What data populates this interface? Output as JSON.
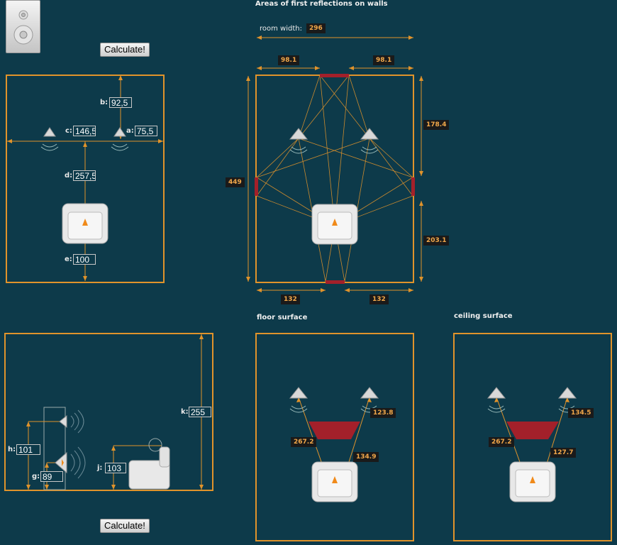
{
  "colors": {
    "background": "#0d3a4a",
    "line": "#e0932b",
    "reflection": "#a3202a"
  },
  "top_button": {
    "label": "Calculate!"
  },
  "bottom_button": {
    "label": "Calculate!"
  },
  "top_view": {
    "b": {
      "label": "b:",
      "value": "92,5"
    },
    "c": {
      "label": "c:",
      "value": "146,5"
    },
    "a": {
      "label": "a:",
      "value": "75,5"
    },
    "d": {
      "label": "d:",
      "value": "257,5"
    },
    "e": {
      "label": "e:",
      "value": "100"
    }
  },
  "side_view": {
    "h": {
      "label": "h:",
      "value": "101"
    },
    "g": {
      "label": "g:",
      "value": "89"
    },
    "j": {
      "label": "j:",
      "value": "103"
    },
    "k": {
      "label": "k:",
      "value": "255"
    }
  },
  "walls": {
    "title": "Areas of first reflections on walls",
    "room_width_label": "room width:",
    "room_width": "296",
    "top_left": "98.1",
    "top_right": "98.1",
    "depth": "449",
    "right_upper": "178.4",
    "right_lower": "203.1",
    "bottom_left": "132",
    "bottom_right": "132"
  },
  "floor": {
    "title": "floor surface",
    "left": "267.2",
    "right_upper": "123.8",
    "right_lower": "134.9"
  },
  "ceiling": {
    "title": "ceiling surface",
    "left": "267.2",
    "right_upper": "134.5",
    "right_lower": "127.7"
  },
  "icons": [
    "speaker-icon",
    "chair-icon",
    "speaker-box-icon"
  ]
}
